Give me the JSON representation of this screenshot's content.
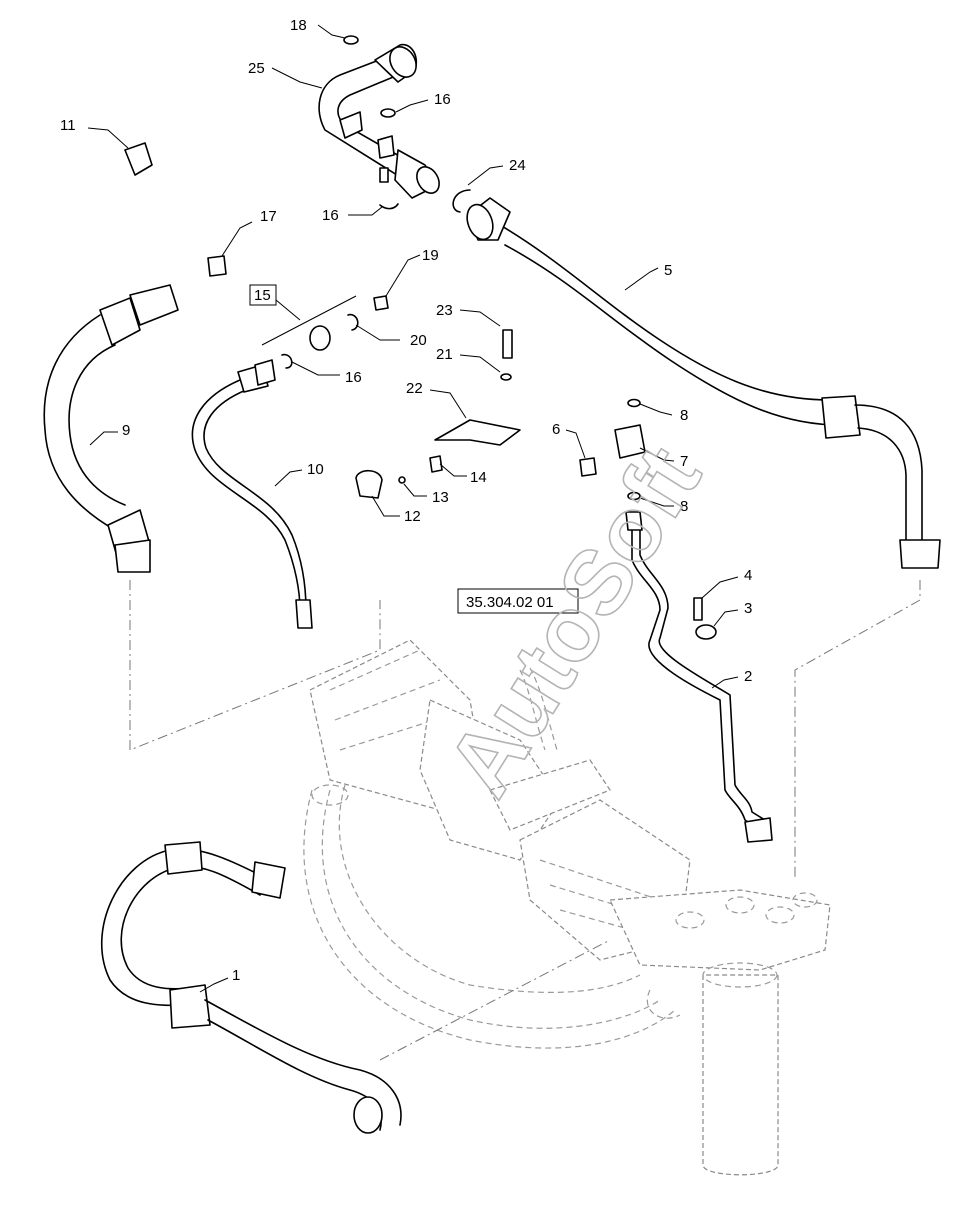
{
  "diagram": {
    "callouts": {
      "c1": "1",
      "c2": "2",
      "c3": "3",
      "c4": "4",
      "c5": "5",
      "c6": "6",
      "c7": "7",
      "c8a": "8",
      "c8b": "8",
      "c9": "9",
      "c10": "10",
      "c11": "11",
      "c12": "12",
      "c13": "13",
      "c14": "14",
      "c15": "15",
      "c16a": "16",
      "c16b": "16",
      "c16c": "16",
      "c17": "17",
      "c18": "18",
      "c19": "19",
      "c20": "20",
      "c21": "21",
      "c22": "22",
      "c23": "23",
      "c24": "24",
      "c25": "25"
    },
    "reference_box": "35.304.02 01",
    "watermark": "AutoSoft",
    "colors": {
      "line": "#000000",
      "ghost": "#9a9a9a",
      "watermark": "#b4b4b4",
      "background": "#ffffff"
    }
  }
}
